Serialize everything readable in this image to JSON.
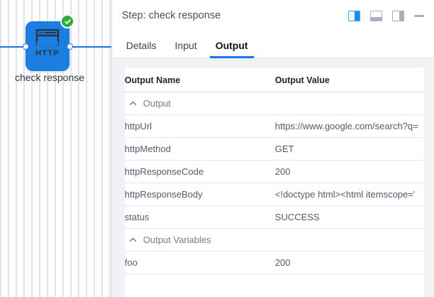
{
  "canvas": {
    "node": {
      "icon": "http-server-icon",
      "icon_label": "HTTP",
      "caption": "check response",
      "status_icon": "check-circle-icon",
      "status_color": "#25b03a",
      "node_color": "#1a7fe0"
    }
  },
  "panel": {
    "title": "Step: check response",
    "actions": [
      {
        "name": "layout-split-icon",
        "label": "split-view",
        "active": true
      },
      {
        "name": "layout-bottom-icon",
        "label": "bottom-view",
        "active": false
      },
      {
        "name": "layout-right-icon",
        "label": "right-view",
        "active": false
      },
      {
        "name": "minimize-icon",
        "label": "minimize",
        "active": false
      }
    ],
    "tabs": [
      {
        "label": "Details",
        "active": false
      },
      {
        "label": "Input",
        "active": false
      },
      {
        "label": "Output",
        "active": true
      }
    ],
    "table": {
      "headers": {
        "name": "Output Name",
        "value": "Output Value"
      },
      "groups": [
        {
          "label": "Output",
          "expanded": true,
          "rows": [
            {
              "name": "httpUrl",
              "value": "https://www.google.com/search?q="
            },
            {
              "name": "httpMethod",
              "value": "GET"
            },
            {
              "name": "httpResponseCode",
              "value": "200"
            },
            {
              "name": "httpResponseBody",
              "value": "<!doctype html><html itemscope='"
            },
            {
              "name": "status",
              "value": "SUCCESS"
            }
          ]
        },
        {
          "label": "Output Variables",
          "expanded": true,
          "rows": [
            {
              "name": "foo",
              "value": "200"
            }
          ]
        }
      ]
    }
  },
  "colors": {
    "accent": "#1a73e8",
    "node": "#1a7fe0",
    "success": "#25b03a",
    "panel_bg": "#f1f2f5",
    "text": "#545a70"
  }
}
